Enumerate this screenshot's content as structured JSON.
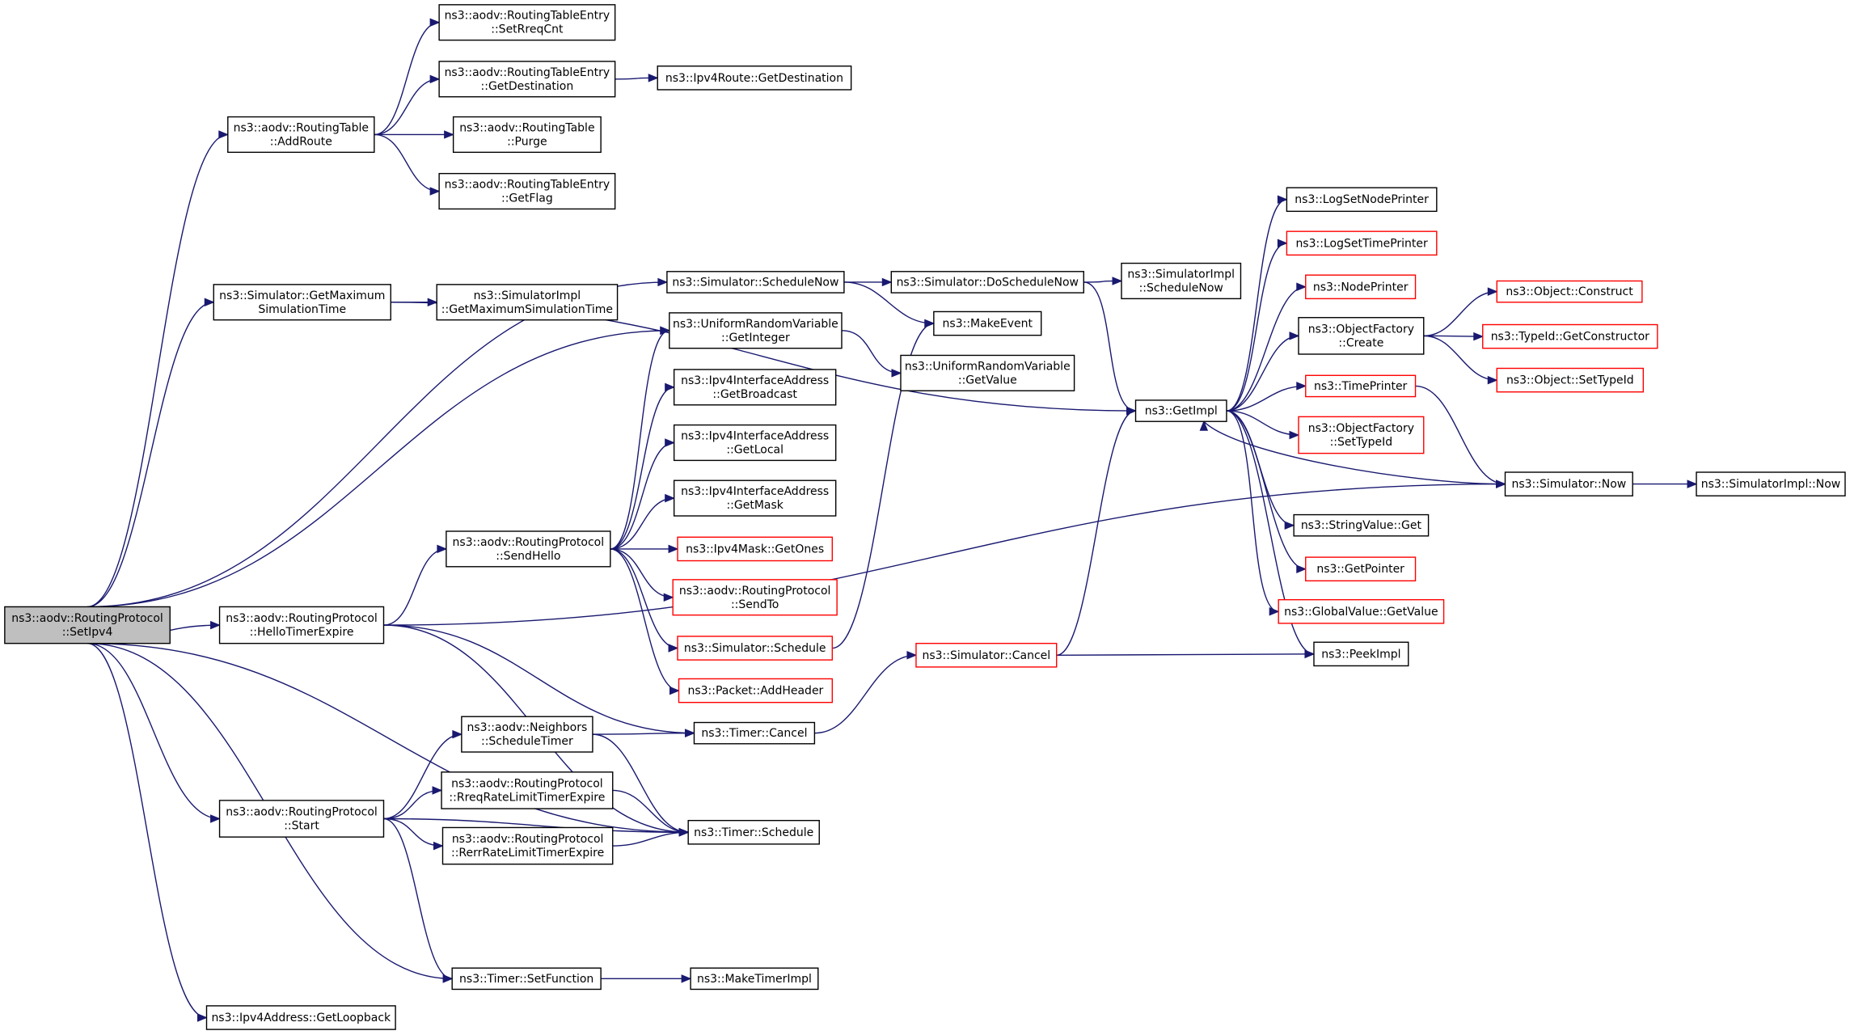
{
  "nodes": [
    {
      "id": "root",
      "lines": [
        "ns3::aodv::RoutingProtocol",
        "::SetIpv4"
      ],
      "kind": "root"
    },
    {
      "id": "addroute",
      "lines": [
        "ns3::aodv::RoutingTable",
        "::AddRoute"
      ],
      "kind": "normal"
    },
    {
      "id": "setreqcnt",
      "lines": [
        "ns3::aodv::RoutingTableEntry",
        "::SetRreqCnt"
      ],
      "kind": "normal"
    },
    {
      "id": "getdest",
      "lines": [
        "ns3::aodv::RoutingTableEntry",
        "::GetDestination"
      ],
      "kind": "normal"
    },
    {
      "id": "ipv4routegetdest",
      "lines": [
        "ns3::Ipv4Route::GetDestination"
      ],
      "kind": "normal"
    },
    {
      "id": "purge",
      "lines": [
        "ns3::aodv::RoutingTable",
        "::Purge"
      ],
      "kind": "normal"
    },
    {
      "id": "getflag",
      "lines": [
        "ns3::aodv::RoutingTableEntry",
        "::GetFlag"
      ],
      "kind": "normal"
    },
    {
      "id": "getmaxsim",
      "lines": [
        "ns3::Simulator::GetMaximum",
        "SimulationTime"
      ],
      "kind": "normal"
    },
    {
      "id": "implgetmaxsim",
      "lines": [
        "ns3::SimulatorImpl",
        "::GetMaximumSimulationTime"
      ],
      "kind": "normal"
    },
    {
      "id": "schedulenow",
      "lines": [
        "ns3::Simulator::ScheduleNow"
      ],
      "kind": "normal"
    },
    {
      "id": "doschedulenow",
      "lines": [
        "ns3::Simulator::DoScheduleNow"
      ],
      "kind": "normal"
    },
    {
      "id": "implschedulenow",
      "lines": [
        "ns3::SimulatorImpl",
        "::ScheduleNow"
      ],
      "kind": "normal"
    },
    {
      "id": "makeevent",
      "lines": [
        "ns3::MakeEvent"
      ],
      "kind": "normal"
    },
    {
      "id": "urvgetinteger",
      "lines": [
        "ns3::UniformRandomVariable",
        "::GetInteger"
      ],
      "kind": "normal"
    },
    {
      "id": "urvgetvalue",
      "lines": [
        "ns3::UniformRandomVariable",
        "::GetValue"
      ],
      "kind": "normal"
    },
    {
      "id": "getbroadcast",
      "lines": [
        "ns3::Ipv4InterfaceAddress",
        "::GetBroadcast"
      ],
      "kind": "normal"
    },
    {
      "id": "getlocal",
      "lines": [
        "ns3::Ipv4InterfaceAddress",
        "::GetLocal"
      ],
      "kind": "normal"
    },
    {
      "id": "getmask",
      "lines": [
        "ns3::Ipv4InterfaceAddress",
        "::GetMask"
      ],
      "kind": "normal"
    },
    {
      "id": "sendhello",
      "lines": [
        "ns3::aodv::RoutingProtocol",
        "::SendHello"
      ],
      "kind": "normal"
    },
    {
      "id": "getones",
      "lines": [
        "ns3::Ipv4Mask::GetOnes"
      ],
      "kind": "red"
    },
    {
      "id": "sendto",
      "lines": [
        "ns3::aodv::RoutingProtocol",
        "::SendTo"
      ],
      "kind": "red"
    },
    {
      "id": "simschedule",
      "lines": [
        "ns3::Simulator::Schedule"
      ],
      "kind": "red"
    },
    {
      "id": "addheader",
      "lines": [
        "ns3::Packet::AddHeader"
      ],
      "kind": "red"
    },
    {
      "id": "hellotimerexpire",
      "lines": [
        "ns3::aodv::RoutingProtocol",
        "::HelloTimerExpire"
      ],
      "kind": "normal"
    },
    {
      "id": "timercancel",
      "lines": [
        "ns3::Timer::Cancel"
      ],
      "kind": "normal"
    },
    {
      "id": "simcancel",
      "lines": [
        "ns3::Simulator::Cancel"
      ],
      "kind": "red"
    },
    {
      "id": "scheduletimer",
      "lines": [
        "ns3::aodv::Neighbors",
        "::ScheduleTimer"
      ],
      "kind": "normal"
    },
    {
      "id": "rreqrate",
      "lines": [
        "ns3::aodv::RoutingProtocol",
        "::RreqRateLimitTimerExpire"
      ],
      "kind": "normal"
    },
    {
      "id": "rerrrate",
      "lines": [
        "ns3::aodv::RoutingProtocol",
        "::RerrRateLimitTimerExpire"
      ],
      "kind": "normal"
    },
    {
      "id": "timerschedule",
      "lines": [
        "ns3::Timer::Schedule"
      ],
      "kind": "normal"
    },
    {
      "id": "start",
      "lines": [
        "ns3::aodv::RoutingProtocol",
        "::Start"
      ],
      "kind": "normal"
    },
    {
      "id": "setfunction",
      "lines": [
        "ns3::Timer::SetFunction"
      ],
      "kind": "normal"
    },
    {
      "id": "maketimerimpl",
      "lines": [
        "ns3::MakeTimerImpl"
      ],
      "kind": "normal"
    },
    {
      "id": "getloopback",
      "lines": [
        "ns3::Ipv4Address::GetLoopback"
      ],
      "kind": "normal"
    },
    {
      "id": "getimpl",
      "lines": [
        "ns3::GetImpl"
      ],
      "kind": "normal"
    },
    {
      "id": "logsetnodeprinter",
      "lines": [
        "ns3::LogSetNodePrinter"
      ],
      "kind": "normal"
    },
    {
      "id": "logsettimeprinter",
      "lines": [
        "ns3::LogSetTimePrinter"
      ],
      "kind": "red"
    },
    {
      "id": "nodeprinter",
      "lines": [
        "ns3::NodePrinter"
      ],
      "kind": "red"
    },
    {
      "id": "objfactorycreate",
      "lines": [
        "ns3::ObjectFactory",
        "::Create"
      ],
      "kind": "normal"
    },
    {
      "id": "objconstruct",
      "lines": [
        "ns3::Object::Construct"
      ],
      "kind": "red"
    },
    {
      "id": "typeidgetconstructor",
      "lines": [
        "ns3::TypeId::GetConstructor"
      ],
      "kind": "red"
    },
    {
      "id": "objsettypeid",
      "lines": [
        "ns3::Object::SetTypeId"
      ],
      "kind": "red"
    },
    {
      "id": "timeprinter",
      "lines": [
        "ns3::TimePrinter"
      ],
      "kind": "red"
    },
    {
      "id": "objfactorysettypeid",
      "lines": [
        "ns3::ObjectFactory",
        "::SetTypeId"
      ],
      "kind": "red"
    },
    {
      "id": "simnow",
      "lines": [
        "ns3::Simulator::Now"
      ],
      "kind": "normal"
    },
    {
      "id": "implnow",
      "lines": [
        "ns3::SimulatorImpl::Now"
      ],
      "kind": "normal"
    },
    {
      "id": "stringvalueget",
      "lines": [
        "ns3::StringValue::Get"
      ],
      "kind": "normal"
    },
    {
      "id": "getpointer",
      "lines": [
        "ns3::GetPointer"
      ],
      "kind": "red"
    },
    {
      "id": "globalvaluegetvalue",
      "lines": [
        "ns3::GlobalValue::GetValue"
      ],
      "kind": "red"
    },
    {
      "id": "peekimpl",
      "lines": [
        "ns3::PeekImpl"
      ],
      "kind": "normal"
    }
  ],
  "edges": [
    [
      "root",
      "addroute"
    ],
    [
      "root",
      "getmaxsim"
    ],
    [
      "root",
      "schedulenow"
    ],
    [
      "root",
      "urvgetinteger"
    ],
    [
      "root",
      "hellotimerexpire"
    ],
    [
      "root",
      "start"
    ],
    [
      "root",
      "timerschedule"
    ],
    [
      "root",
      "setfunction"
    ],
    [
      "root",
      "getloopback"
    ],
    [
      "addroute",
      "setreqcnt"
    ],
    [
      "addroute",
      "getdest"
    ],
    [
      "addroute",
      "purge"
    ],
    [
      "addroute",
      "getflag"
    ],
    [
      "getdest",
      "ipv4routegetdest"
    ],
    [
      "getmaxsim",
      "implgetmaxsim"
    ],
    [
      "getmaxsim",
      "getimpl"
    ],
    [
      "schedulenow",
      "doschedulenow"
    ],
    [
      "schedulenow",
      "makeevent"
    ],
    [
      "doschedulenow",
      "implschedulenow"
    ],
    [
      "doschedulenow",
      "getimpl"
    ],
    [
      "urvgetinteger",
      "urvgetvalue"
    ],
    [
      "hellotimerexpire",
      "sendhello"
    ],
    [
      "hellotimerexpire",
      "timercancel"
    ],
    [
      "hellotimerexpire",
      "timerschedule"
    ],
    [
      "hellotimerexpire",
      "simnow"
    ],
    [
      "sendhello",
      "urvgetinteger"
    ],
    [
      "sendhello",
      "getbroadcast"
    ],
    [
      "sendhello",
      "getlocal"
    ],
    [
      "sendhello",
      "getmask"
    ],
    [
      "sendhello",
      "getones"
    ],
    [
      "sendhello",
      "sendto"
    ],
    [
      "sendhello",
      "simschedule"
    ],
    [
      "sendhello",
      "addheader"
    ],
    [
      "simschedule",
      "makeevent"
    ],
    [
      "start",
      "scheduletimer"
    ],
    [
      "start",
      "rreqrate"
    ],
    [
      "start",
      "rerrrate"
    ],
    [
      "start",
      "timerschedule"
    ],
    [
      "start",
      "setfunction"
    ],
    [
      "scheduletimer",
      "timercancel"
    ],
    [
      "scheduletimer",
      "timerschedule"
    ],
    [
      "rreqrate",
      "timerschedule"
    ],
    [
      "rerrrate",
      "timerschedule"
    ],
    [
      "timercancel",
      "simcancel"
    ],
    [
      "simcancel",
      "getimpl"
    ],
    [
      "simcancel",
      "peekimpl"
    ],
    [
      "setfunction",
      "maketimerimpl"
    ],
    [
      "getimpl",
      "logsetnodeprinter"
    ],
    [
      "getimpl",
      "logsettimeprinter"
    ],
    [
      "getimpl",
      "nodeprinter"
    ],
    [
      "getimpl",
      "objfactorycreate"
    ],
    [
      "getimpl",
      "timeprinter"
    ],
    [
      "getimpl",
      "objfactorysettypeid"
    ],
    [
      "getimpl",
      "stringvalueget"
    ],
    [
      "getimpl",
      "getpointer"
    ],
    [
      "getimpl",
      "globalvaluegetvalue"
    ],
    [
      "getimpl",
      "peekimpl"
    ],
    [
      "objfactorycreate",
      "objconstruct"
    ],
    [
      "objfactorycreate",
      "typeidgetconstructor"
    ],
    [
      "objfactorycreate",
      "objsettypeid"
    ],
    [
      "timeprinter",
      "simnow"
    ],
    [
      "simnow",
      "getimpl"
    ],
    [
      "simnow",
      "implnow"
    ]
  ]
}
